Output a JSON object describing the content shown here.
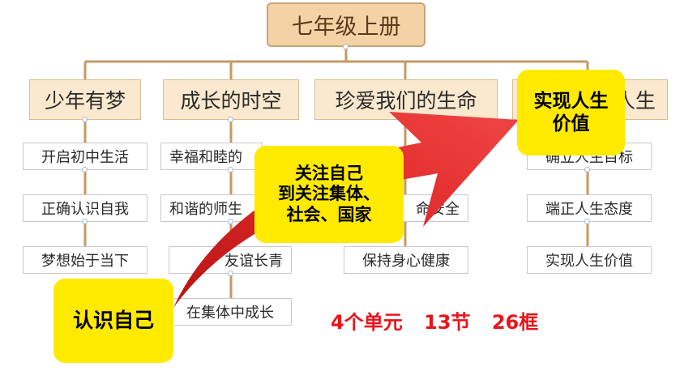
{
  "root": {
    "label": "七年级上册"
  },
  "units": [
    {
      "label": "少年有梦",
      "lessons": [
        "开启初中生活",
        "正确认识自我",
        "梦想始于当下"
      ]
    },
    {
      "label": "成长的时空",
      "lessons": [
        "幸福和睦的",
        "和谐的师生",
        "友谊长青",
        "在集体中成长"
      ]
    },
    {
      "label": "珍爱我们的生命",
      "lessons": [
        "命安全",
        "保持身心健康"
      ]
    },
    {
      "label": "人生",
      "lessons": [
        "确立人生目标",
        "端正人生态度",
        "实现人生价值"
      ]
    }
  ],
  "callouts": {
    "start": "认识自己",
    "middle_line1": "关注自己",
    "middle_line2": "到关注集体、",
    "middle_line3": "社会、国家",
    "end_line1": "实现人生",
    "end_line2": "价值"
  },
  "summary": {
    "units": "4个单元",
    "lessons": "13节",
    "frames": "26框"
  },
  "colors": {
    "root_fill": "#f5d2a6",
    "unit_fill": "#fbe9cf",
    "connector": "#c59a63",
    "callout_fill": "#ffea00",
    "arrow_red": "#e12020",
    "summary_red": "#e8141b"
  }
}
